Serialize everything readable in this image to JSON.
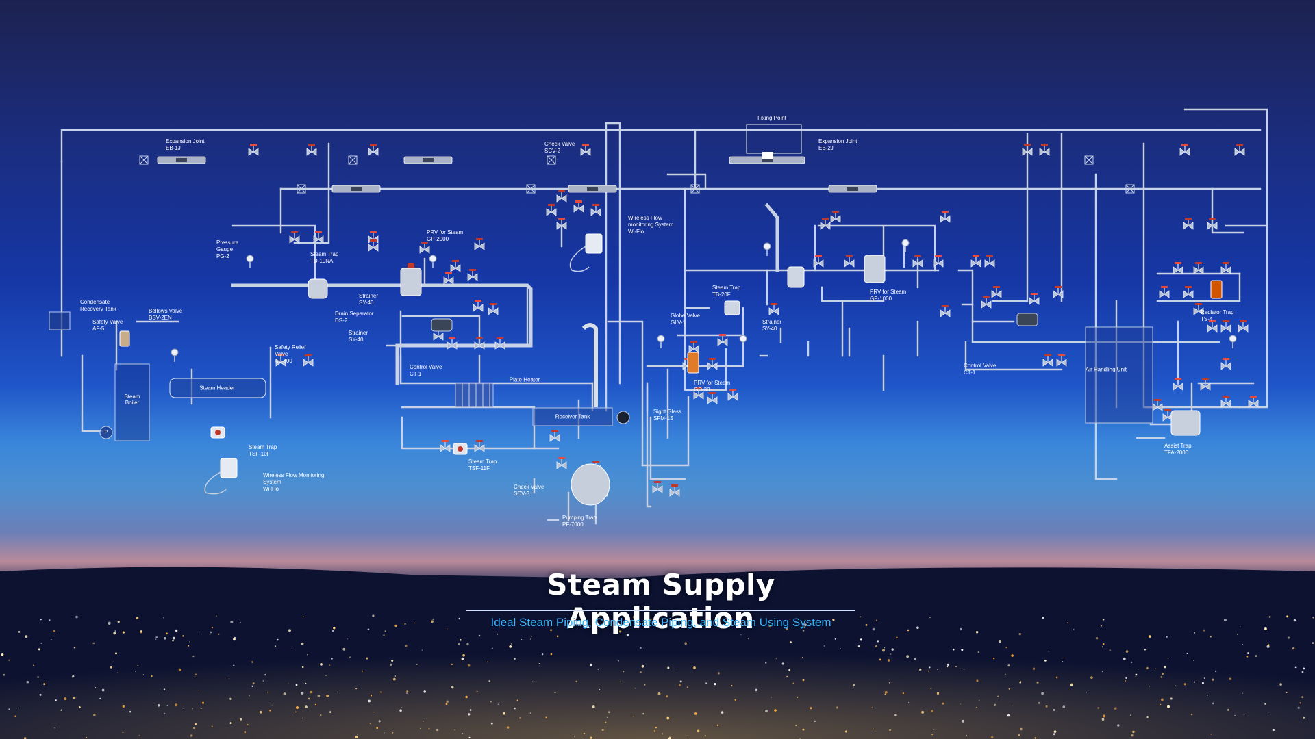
{
  "title": "Steam Supply Application",
  "subtitle": "Ideal Steam Piping, Condensate Piping, and Steam Using System",
  "colors": {
    "pipe": "#c8d2e6",
    "valve_red": "#c0392b",
    "title": "#ffffff",
    "subtitle": "#37b6ff"
  },
  "components": {
    "expansion_joint_1": {
      "name": "Expansion Joint",
      "model": "EB-1J"
    },
    "expansion_joint_2": {
      "name": "Expansion Joint",
      "model": "EB-2J"
    },
    "fixing_point": {
      "name": "Fixing Point"
    },
    "check_valve_scv2": {
      "name": "Check Valve",
      "model": "SCV-2"
    },
    "check_valve_scv3": {
      "name": "Check Valve",
      "model": "SCV-3"
    },
    "condensate_tank": {
      "name": "Condensate\nRecovery Tank"
    },
    "safety_valve": {
      "name": "Safety Valve",
      "model": "AF-5"
    },
    "bellows_valve": {
      "name": "Bellows Valve",
      "model": "BSV-2EN"
    },
    "steam_boiler": {
      "name": "Steam\nBoiler"
    },
    "steam_header": {
      "name": "Steam Header"
    },
    "pressure_gauge": {
      "name": "Pressure\nGauge",
      "model": "PG-2"
    },
    "steam_trap_td10na": {
      "name": "Steam Trap",
      "model": "TD-10NA"
    },
    "steam_trap_tsf10f": {
      "name": "Steam Trap",
      "model": "TSF-10F"
    },
    "steam_trap_tsf11f": {
      "name": "Steam Trap",
      "model": "TSF-11F"
    },
    "steam_trap_tb20f": {
      "name": "Steam Trap",
      "model": "TB-20F"
    },
    "safety_relief_valve": {
      "name": "Safety Relief\nValve",
      "model": "AL-300"
    },
    "drain_separator": {
      "name": "Drain Separator",
      "model": "DS-2"
    },
    "strainer_1": {
      "name": "Strainer",
      "model": "SY-40"
    },
    "strainer_2": {
      "name": "Strainer",
      "model": "SY-40"
    },
    "strainer_3": {
      "name": "Strainer",
      "model": "SY-40"
    },
    "prv_gp2000": {
      "name": "PRV for Steam",
      "model": "GP-2000"
    },
    "prv_gp1000": {
      "name": "PRV for Steam",
      "model": "GP-1000"
    },
    "prv_gd30": {
      "name": "PRV for Steam",
      "model": "GD-30"
    },
    "control_valve_1": {
      "name": "Control Valve",
      "model": "CT-1"
    },
    "control_valve_2": {
      "name": "Control Valve",
      "model": "CT-1"
    },
    "plate_heater": {
      "name": "Plate Heater"
    },
    "receiver_tank": {
      "name": "Receiver Tank"
    },
    "sight_glass": {
      "name": "Sight Glass",
      "model": "SFM-1S"
    },
    "pumping_trap": {
      "name": "Pumping Trap",
      "model": "PF-7000"
    },
    "wiflo_1": {
      "name": "Wireless Flow\nmonitoring System",
      "model": "Wi-Flo"
    },
    "wiflo_2": {
      "name": "Wireless Flow Monitoring\nSystem",
      "model": "Wi-Flo"
    },
    "globe_valve": {
      "name": "Globe Valve",
      "model": "GLV-1"
    },
    "air_handling_unit": {
      "name": "Air Handling Unit"
    },
    "radiator_trap": {
      "name": "Radiator Trap",
      "model": "TS-4"
    },
    "assist_trap": {
      "name": "Assist Trap",
      "model": "TFA-2000"
    },
    "pump": {
      "name": "P"
    }
  }
}
